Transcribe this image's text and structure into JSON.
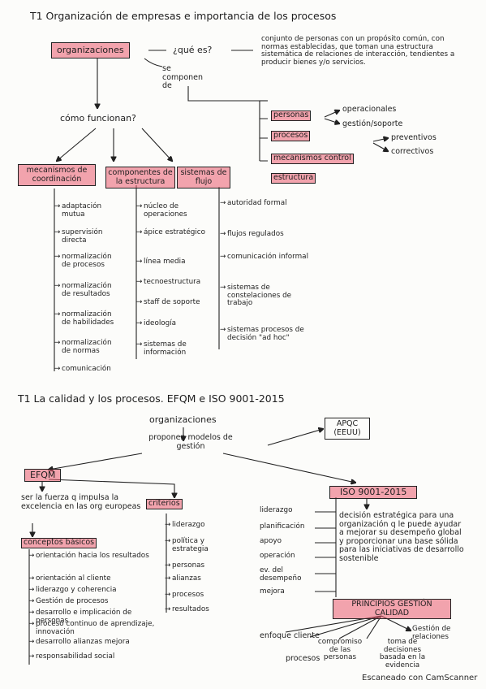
{
  "section1": {
    "title": "T1 Organización de empresas e importancia de los procesos",
    "root": "organizaciones",
    "what_q": "¿qué es?",
    "definition": "conjunto de personas con un propósito común, con normas establecidas, que toman una estructura sistemática de relaciones de interacción, tendientes a producir bienes y/o servicios.",
    "composed": "se componen de",
    "how_q": "cómo funcionan?",
    "components": [
      "personas",
      "procesos",
      "mecanismos control",
      "estructura"
    ],
    "processes_sub": [
      "operacionales",
      "gestión/soporte"
    ],
    "control_sub": [
      "preventivos",
      "correctivos"
    ],
    "col1_header": "mecanismos de coordinación",
    "col1_items": [
      "adaptación mutua",
      "supervisión directa",
      "normalización de procesos",
      "normalización de resultados",
      "normalización de habilidades",
      "normalización de normas",
      "comunicación"
    ],
    "col2_header": "componentes de la estructura",
    "col2_items": [
      "núcleo de operaciones",
      "ápice estratégico",
      "línea media",
      "tecnoestructura",
      "staff de soporte",
      "ideología",
      "sistemas de información"
    ],
    "col3_header": "sistemas de flujo",
    "col3_items": [
      "autoridad formal",
      "flujos regulados",
      "comunicación informal",
      "sistemas de constelaciones de trabajo",
      "sistemas procesos de decisión \"ad hoc\""
    ]
  },
  "section2": {
    "title": "T1 La calidad y los procesos. EFQM e ISO 9001-2015",
    "root": "organizaciones",
    "propose": "proponen modelos de gestión",
    "apqc": "APQC (EEUU)",
    "efqm": "EFQM",
    "efqm_def": "ser la fuerza q impulsa la excelencia en las org europeas",
    "conceptos_header": "conceptos básicos",
    "conceptos": [
      "orientación hacia los resultados",
      "orientación al cliente",
      "liderazgo y coherencia",
      "Gestión de procesos",
      "desarrollo e implicación de personas",
      "proceso continuo de aprendizaje, innovación",
      "desarrollo alianzas mejora",
      "responsabilidad social"
    ],
    "criterios_header": "criterios",
    "criterios": [
      "liderazgo",
      "política y estrategia",
      "personas",
      "alianzas",
      "procesos",
      "resultados"
    ],
    "iso": "ISO 9001-2015",
    "iso_desc": "decisión estratégica para una organización q le puede ayudar a mejorar su desempeño global y proporcionar una base sólida para las iniciativas de desarrollo sostenible",
    "iso_left": [
      "liderazgo",
      "planificación",
      "apoyo",
      "operación",
      "ev. del desempeño",
      "mejora"
    ],
    "principios": "PRINCIPIOS GESTIÓN CALIDAD",
    "principios_items": [
      "enfoque cliente",
      "procesos",
      "compromiso de las personas",
      "toma de decisiones basada en la evidencia",
      "Gestión de relaciones"
    ]
  },
  "watermark": "Escaneado con CamScanner"
}
